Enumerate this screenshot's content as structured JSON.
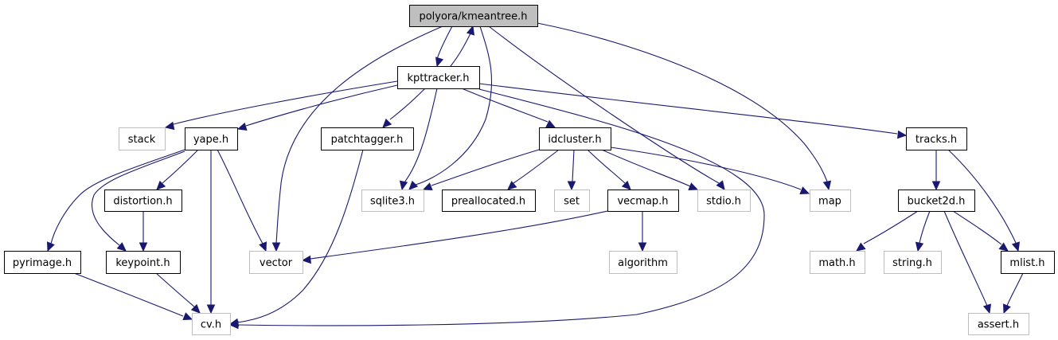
{
  "diagram": {
    "type": "include-dependency-graph",
    "edge_color": "#191970",
    "root_fill": "#bfbfbf",
    "system_border": "#bfbfbf",
    "nodes": [
      {
        "id": "kmeantree",
        "label": "polyora/kmeantree.h",
        "kind": "root"
      },
      {
        "id": "kpttracker",
        "label": "kpttracker.h",
        "kind": "local"
      },
      {
        "id": "stack",
        "label": "stack",
        "kind": "system"
      },
      {
        "id": "yape",
        "label": "yape.h",
        "kind": "local"
      },
      {
        "id": "patchtagger",
        "label": "patchtagger.h",
        "kind": "local"
      },
      {
        "id": "idcluster",
        "label": "idcluster.h",
        "kind": "local"
      },
      {
        "id": "tracks",
        "label": "tracks.h",
        "kind": "local"
      },
      {
        "id": "distortion",
        "label": "distortion.h",
        "kind": "local"
      },
      {
        "id": "sqlite3",
        "label": "sqlite3.h",
        "kind": "system"
      },
      {
        "id": "preallocated",
        "label": "preallocated.h",
        "kind": "local"
      },
      {
        "id": "set",
        "label": "set",
        "kind": "system"
      },
      {
        "id": "vecmap",
        "label": "vecmap.h",
        "kind": "local"
      },
      {
        "id": "stdio",
        "label": "stdio.h",
        "kind": "system"
      },
      {
        "id": "map",
        "label": "map",
        "kind": "system"
      },
      {
        "id": "bucket2d",
        "label": "bucket2d.h",
        "kind": "local"
      },
      {
        "id": "pyrimage",
        "label": "pyrimage.h",
        "kind": "local"
      },
      {
        "id": "keypoint",
        "label": "keypoint.h",
        "kind": "local"
      },
      {
        "id": "vector",
        "label": "vector",
        "kind": "system"
      },
      {
        "id": "algorithm",
        "label": "algorithm",
        "kind": "system"
      },
      {
        "id": "math",
        "label": "math.h",
        "kind": "system"
      },
      {
        "id": "string",
        "label": "string.h",
        "kind": "system"
      },
      {
        "id": "mlist",
        "label": "mlist.h",
        "kind": "local"
      },
      {
        "id": "cv",
        "label": "cv.h",
        "kind": "system"
      },
      {
        "id": "assert",
        "label": "assert.h",
        "kind": "system"
      }
    ],
    "edges": [
      {
        "from": "kmeantree",
        "to": "kpttracker"
      },
      {
        "from": "kpttracker",
        "to": "kmeantree"
      },
      {
        "from": "kmeantree",
        "to": "vector"
      },
      {
        "from": "kmeantree",
        "to": "sqlite3"
      },
      {
        "from": "kmeantree",
        "to": "stdio"
      },
      {
        "from": "kmeantree",
        "to": "map"
      },
      {
        "from": "kpttracker",
        "to": "stack"
      },
      {
        "from": "kpttracker",
        "to": "yape"
      },
      {
        "from": "kpttracker",
        "to": "patchtagger"
      },
      {
        "from": "kpttracker",
        "to": "sqlite3"
      },
      {
        "from": "kpttracker",
        "to": "idcluster"
      },
      {
        "from": "kpttracker",
        "to": "cv"
      },
      {
        "from": "kpttracker",
        "to": "tracks"
      },
      {
        "from": "yape",
        "to": "distortion"
      },
      {
        "from": "yape",
        "to": "pyrimage"
      },
      {
        "from": "yape",
        "to": "keypoint"
      },
      {
        "from": "yape",
        "to": "cv"
      },
      {
        "from": "yape",
        "to": "vector"
      },
      {
        "from": "distortion",
        "to": "keypoint"
      },
      {
        "from": "patchtagger",
        "to": "cv"
      },
      {
        "from": "idcluster",
        "to": "sqlite3"
      },
      {
        "from": "idcluster",
        "to": "preallocated"
      },
      {
        "from": "idcluster",
        "to": "set"
      },
      {
        "from": "idcluster",
        "to": "vecmap"
      },
      {
        "from": "idcluster",
        "to": "stdio"
      },
      {
        "from": "idcluster",
        "to": "map"
      },
      {
        "from": "vecmap",
        "to": "vector"
      },
      {
        "from": "vecmap",
        "to": "algorithm"
      },
      {
        "from": "tracks",
        "to": "bucket2d"
      },
      {
        "from": "tracks",
        "to": "mlist"
      },
      {
        "from": "bucket2d",
        "to": "math"
      },
      {
        "from": "bucket2d",
        "to": "string"
      },
      {
        "from": "bucket2d",
        "to": "mlist"
      },
      {
        "from": "bucket2d",
        "to": "assert"
      },
      {
        "from": "mlist",
        "to": "assert"
      },
      {
        "from": "pyrimage",
        "to": "cv"
      },
      {
        "from": "keypoint",
        "to": "cv"
      }
    ]
  }
}
